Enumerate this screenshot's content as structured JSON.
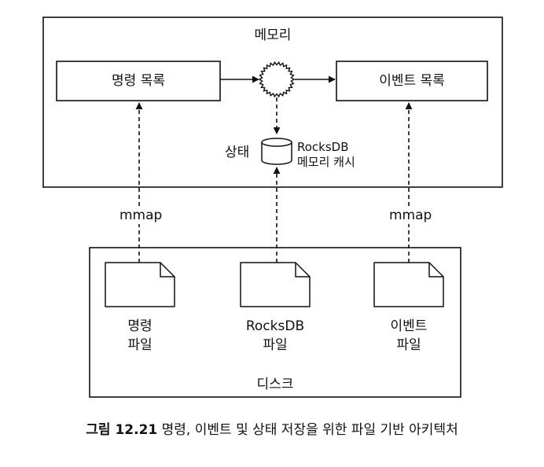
{
  "memory": {
    "title": "메모리"
  },
  "command_list": {
    "label": "명령 목록"
  },
  "event_list": {
    "label": "이벤트 목록"
  },
  "state": {
    "label": "상태"
  },
  "rocksdb_cache": {
    "line1": "RocksDB",
    "line2": "메모리 캐시"
  },
  "mmap_left": {
    "label": "mmap"
  },
  "mmap_right": {
    "label": "mmap"
  },
  "disk": {
    "title": "디스크",
    "files": [
      {
        "line1": "명령",
        "line2": "파일"
      },
      {
        "line1": "RocksDB",
        "line2": "파일"
      },
      {
        "line1": "이벤트",
        "line2": "파일"
      }
    ]
  },
  "caption": {
    "number": "그림 12.21",
    "text": " 명령, 이벤트 및 상태 저장을 위한 파일 기반 아키텍처"
  }
}
